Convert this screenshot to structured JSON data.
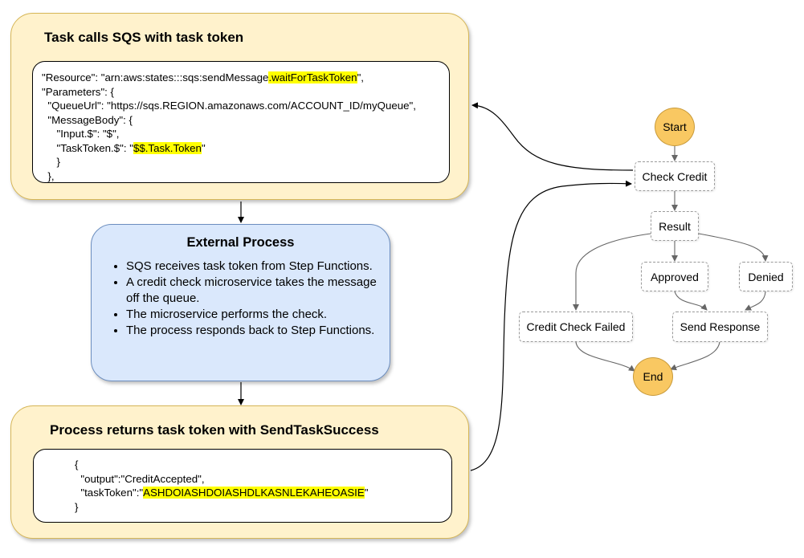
{
  "top_panel": {
    "title": "Task calls SQS with task token",
    "code": {
      "l1_a": "\"Resource\": \"arn:aws:states:::sqs:sendMessage",
      "l1_hl": ".waitForTaskToken",
      "l1_b": "\",",
      "l2": "\"Parameters\": {",
      "l3": "  \"QueueUrl\": \"https://sqs.REGION.amazonaws.com/ACCOUNT_ID/myQueue\",",
      "l4": "  \"MessageBody\": {",
      "l5": "     \"Input.$\": \"$\",",
      "l6_a": "     \"TaskToken.$\": \"",
      "l6_hl": "$$.Task.Token",
      "l6_b": "\"",
      "l7": "     }",
      "l8": "  },"
    }
  },
  "external_process": {
    "title": "External Process",
    "bullets": [
      "SQS receives task token from Step Functions.",
      "A credit check microservice takes the message off the queue.",
      "The microservice performs the check.",
      "The process responds back to Step Functions."
    ]
  },
  "bottom_panel": {
    "title": "Process returns task token with SendTaskSuccess",
    "code": {
      "l1": "{",
      "l2": "  \"output\":\"CreditAccepted\",",
      "l3_a": "  \"taskToken\":\"",
      "l3_hl": "ASHDOIASHDOIASHDLKASNLEKAHEOASIE",
      "l3_b": "\"",
      "l4": "}"
    }
  },
  "state_machine": {
    "start": "Start",
    "check_credit": "Check Credit",
    "result": "Result",
    "approved": "Approved",
    "denied": "Denied",
    "credit_check_failed": "Credit Check Failed",
    "send_response": "Send Response",
    "end": "End"
  },
  "colors": {
    "panel_fill": "#fff2cc",
    "panel_border": "#d6b656",
    "process_fill": "#dae8fc",
    "process_border": "#6c8ebf",
    "terminal_fill": "#f9c862",
    "highlight": "#ffff00"
  }
}
